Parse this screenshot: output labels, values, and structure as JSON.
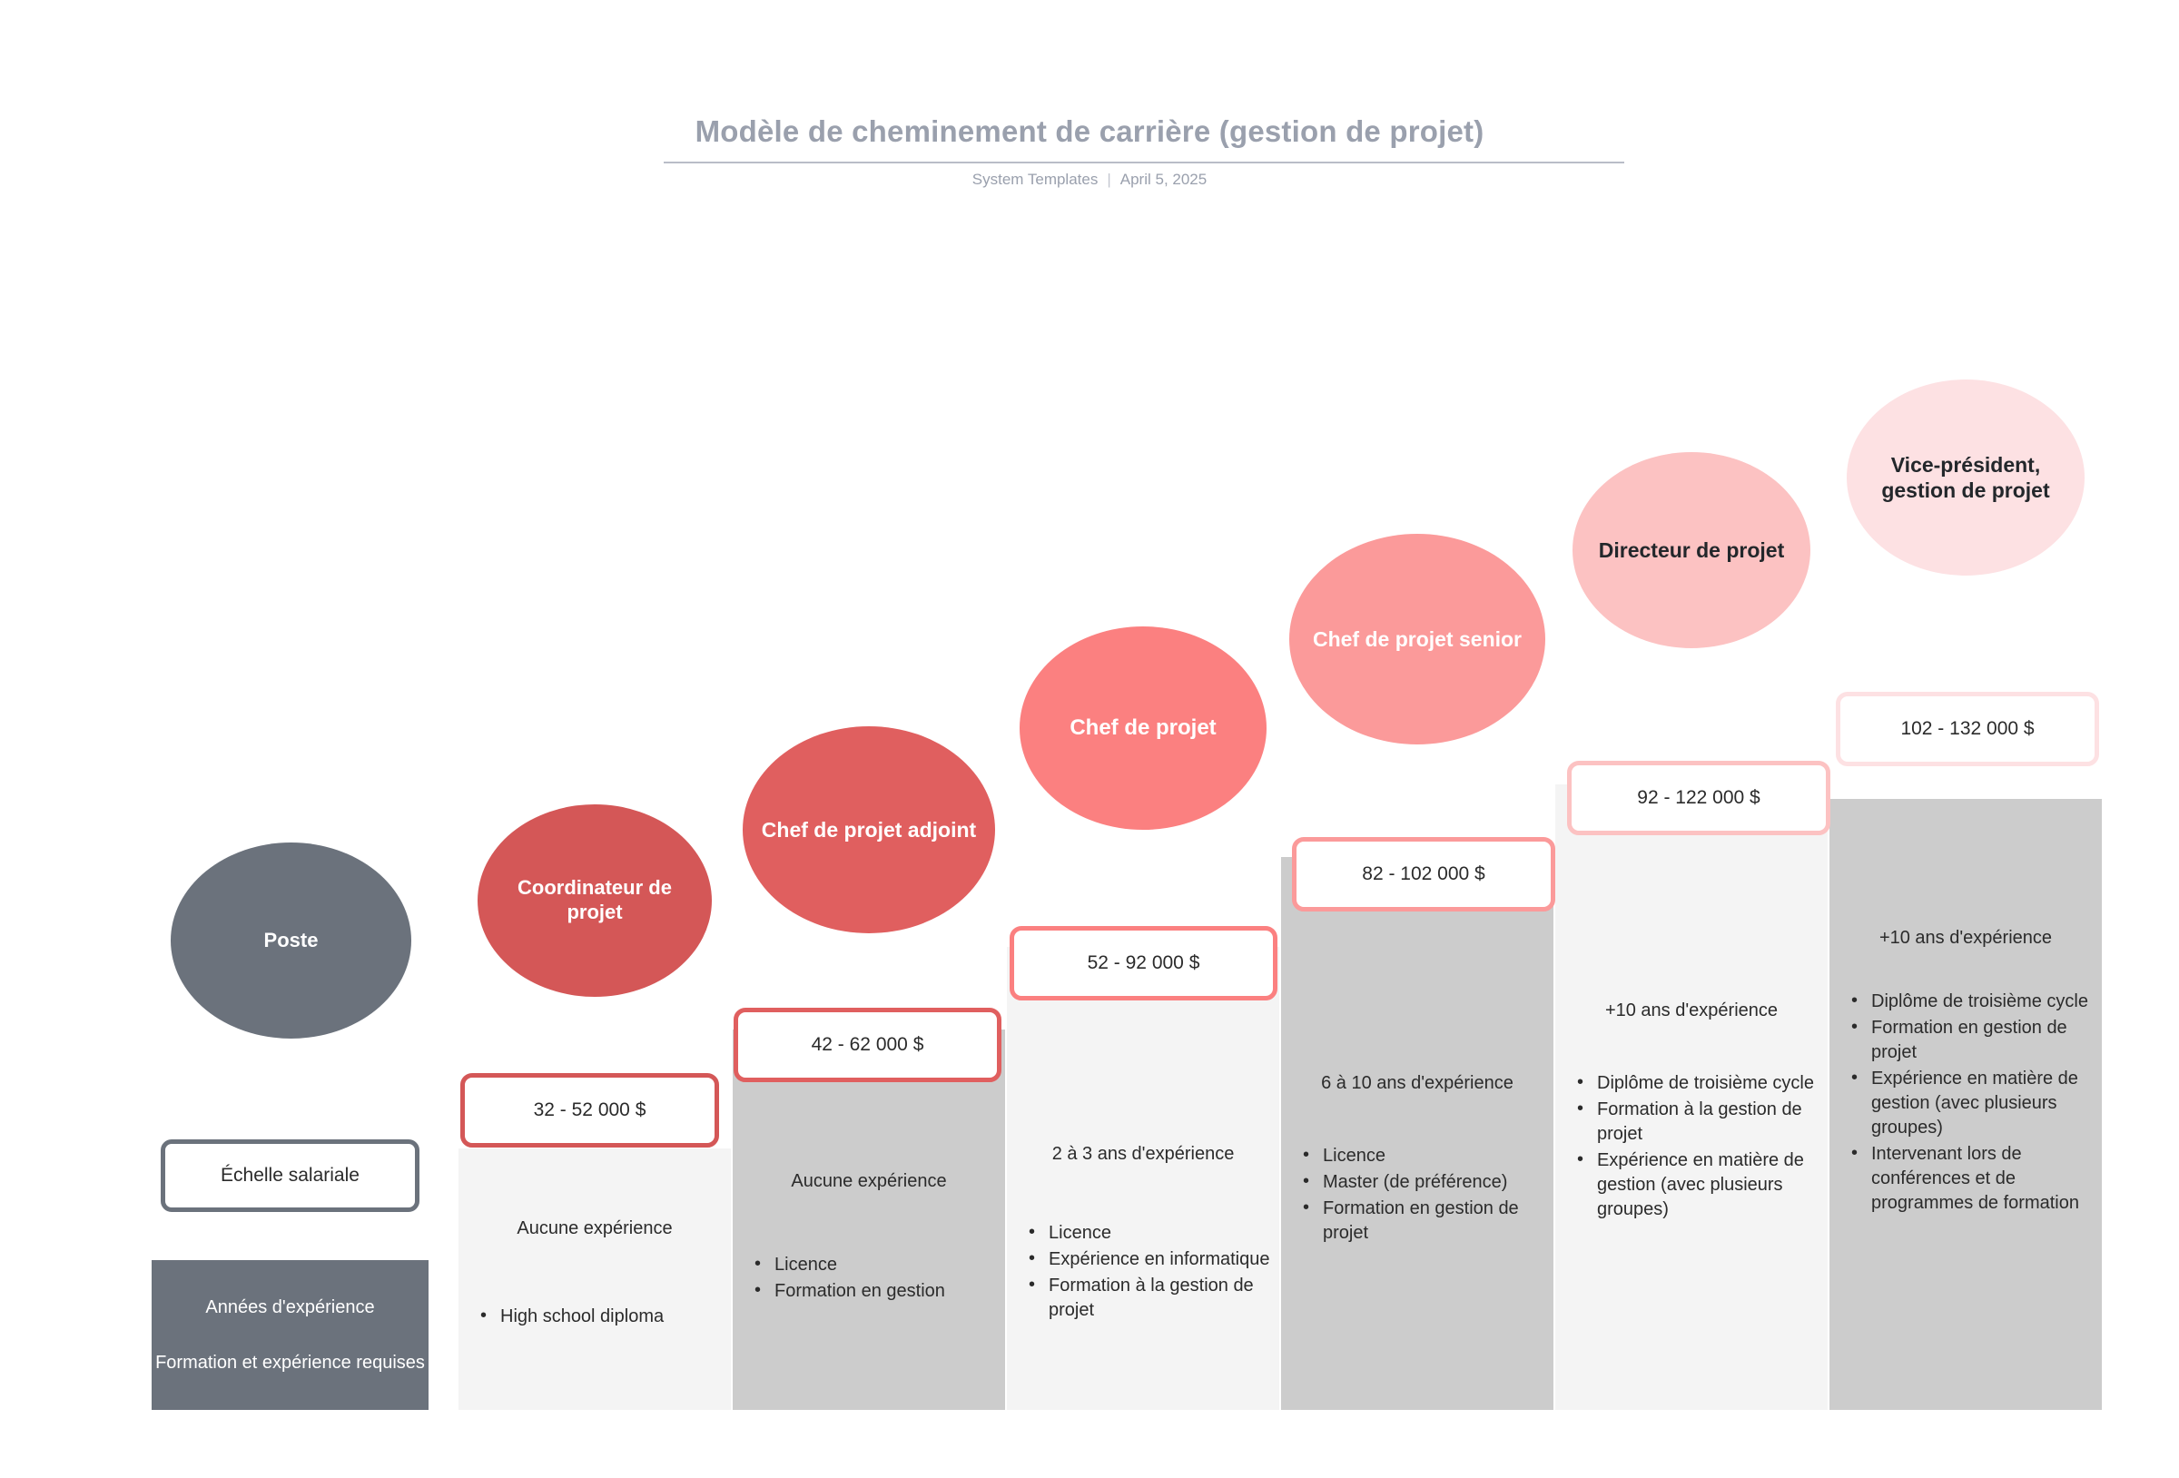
{
  "header": {
    "title": "Modèle de cheminement de carrière (gestion de projet)",
    "source": "System Templates",
    "separator": "|",
    "date": "April 5, 2025"
  },
  "legend": {
    "role_label": "Poste",
    "salary_label": "Échelle salariale",
    "years_label": "Années d'expérience",
    "requirements_label": "Formation et expérience requises",
    "color": "#6b727c"
  },
  "stages": [
    {
      "role": "Coordinateur de projet",
      "salary": "32 - 52 000 $",
      "years": "Aucune expérience",
      "requirements": [
        "High school diploma"
      ],
      "circle_color": "#d45757",
      "circle_text_color": "#ffffff",
      "panel_color": "#f4f4f4"
    },
    {
      "role": "Chef de projet adjoint",
      "salary": "42 - 62 000 $",
      "years": "Aucune expérience",
      "requirements": [
        "Licence",
        "Formation en gestion"
      ],
      "circle_color": "#e05f5f",
      "circle_text_color": "#ffffff",
      "panel_color": "#cccccc"
    },
    {
      "role": "Chef de projet",
      "salary": "52 - 92 000 $",
      "years": "2 à 3 ans d'expérience",
      "requirements": [
        "Licence",
        "Expérience en informatique",
        "Formation à la gestion de projet"
      ],
      "circle_color": "#fb8080",
      "circle_text_color": "#ffffff",
      "panel_color": "#f4f4f4"
    },
    {
      "role": "Chef de projet senior",
      "salary": "82 - 102 000 $",
      "years": "6 à 10 ans d'expérience",
      "requirements": [
        "Licence",
        "Master (de préférence)",
        "Formation en gestion de projet"
      ],
      "circle_color": "#fb9a9a",
      "circle_text_color": "#ffffff",
      "panel_color": "#cccccc"
    },
    {
      "role": "Directeur de projet",
      "salary": "92 - 122 000 $",
      "years": "+10 ans d'expérience",
      "requirements": [
        "Diplôme de troisième cycle",
        "Formation à la gestion de projet",
        "Expérience en matière de gestion (avec plusieurs groupes)"
      ],
      "circle_color": "#fcc2c2",
      "circle_text_color": "#23272b",
      "panel_color": "#f4f4f4"
    },
    {
      "role": "Vice-président, gestion de projet",
      "salary": "102 - 132 000 $",
      "years": "+10 ans d'expérience",
      "requirements": [
        "Diplôme de troisième cycle",
        "Formation en gestion de projet",
        "Expérience en matière de gestion (avec plusieurs groupes)",
        "Intervenant lors de conférences et de programmes de formation"
      ],
      "circle_color": "#fde1e3",
      "circle_text_color": "#23272b",
      "panel_color": "#cccccc"
    }
  ]
}
